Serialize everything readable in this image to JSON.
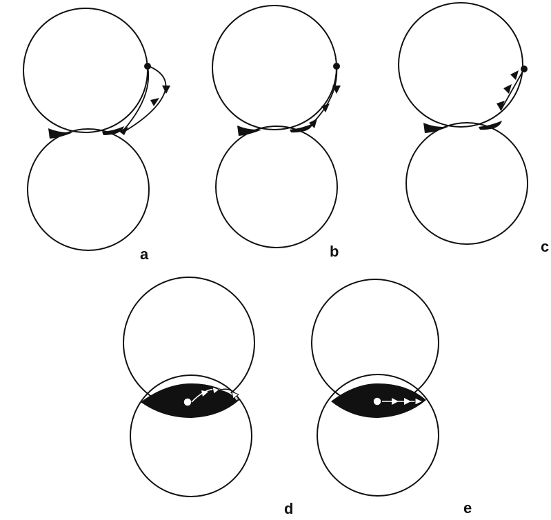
{
  "panels": [
    {
      "id": "a",
      "label": "a"
    },
    {
      "id": "b",
      "label": "b"
    },
    {
      "id": "c",
      "label": "c"
    },
    {
      "id": "d",
      "label": "d"
    },
    {
      "id": "e",
      "label": "e"
    }
  ],
  "colors": {
    "ink": "#111111",
    "background": "#ffffff"
  }
}
